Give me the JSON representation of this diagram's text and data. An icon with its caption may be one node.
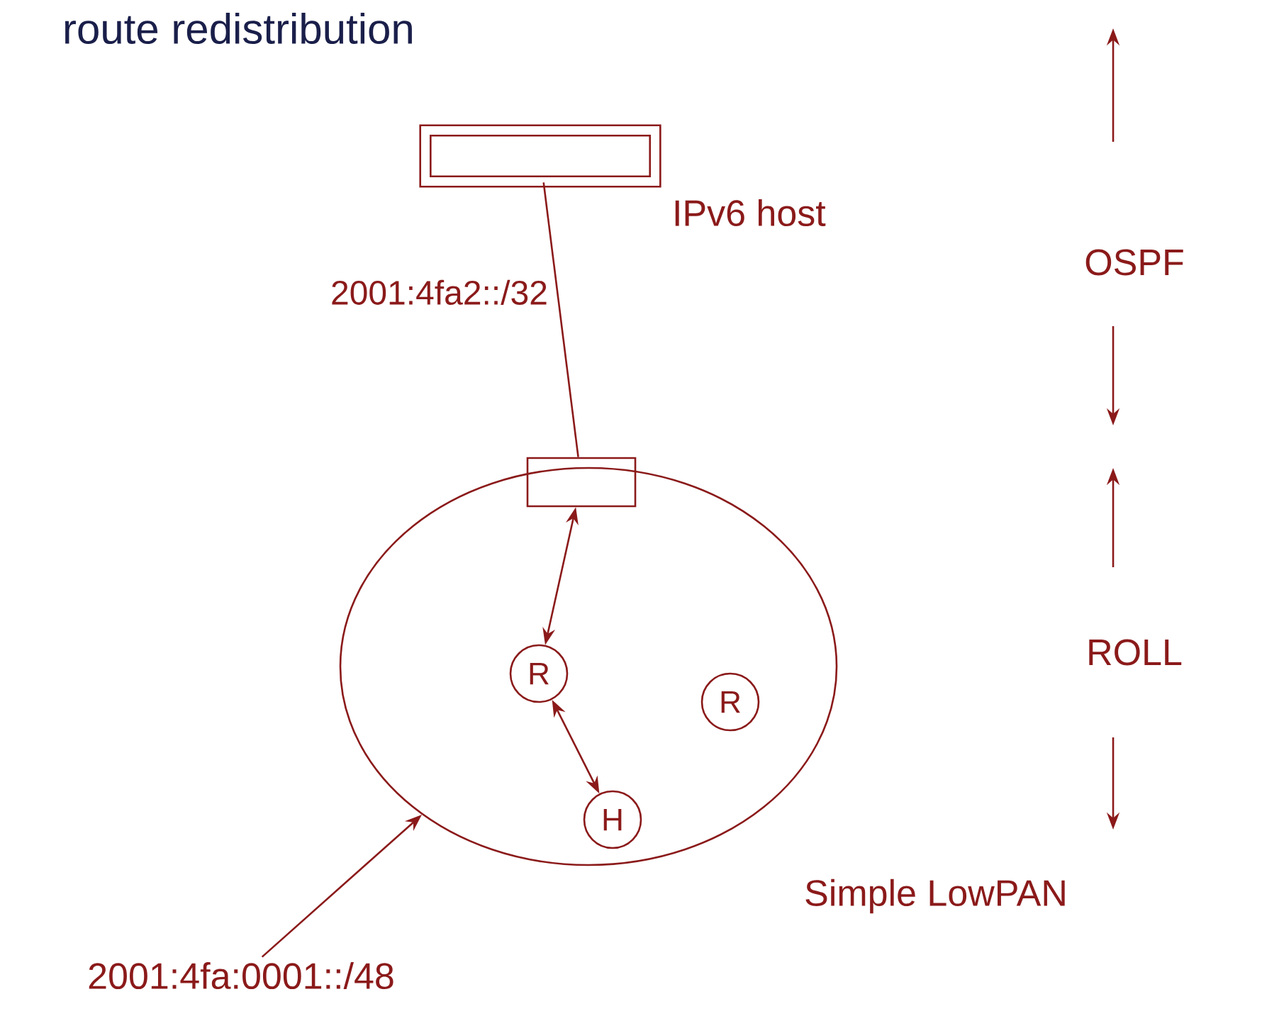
{
  "diagram": {
    "title": "route redistribution",
    "nodes": [
      {
        "text": [],
        "shape": "box",
        "beside": [
          "IPv6 host"
        ]
      },
      {
        "text": [],
        "shape": "box"
      },
      {
        "text": [],
        "shape": "circle"
      },
      {
        "text": [
          "R"
        ],
        "in": 2
      },
      {
        "text": [
          "R"
        ],
        "in": 2
      },
      {
        "text": [
          "H"
        ],
        "in": 2
      },
      {
        "text": [
          "2001:4fa:0001::/48"
        ]
      }
    ],
    "edges": [
      {
        "from": 0,
        "to": 1,
        "arrow": "none",
        "label": "2001:4fa2::/32"
      },
      {
        "from": 1,
        "to": 3,
        "arrow": "both"
      },
      {
        "from": 5,
        "to": 3,
        "arrow": "both"
      },
      {
        "from": 6,
        "to": 2,
        "arrow": "to"
      }
    ],
    "labels": [
      "OSPF",
      "ROLL",
      "Simple LowPAN"
    ]
  }
}
